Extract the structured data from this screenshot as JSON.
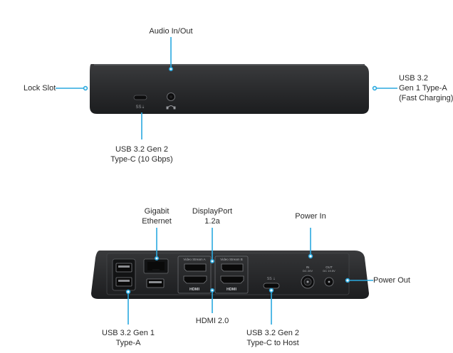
{
  "colors": {
    "callout": "#2aa9df",
    "device_body": "#2b2c2e",
    "label_text": "#2a2a2a"
  },
  "front_view": {
    "labels": {
      "audio": "Audio In/Out",
      "lock_slot": "Lock Slot",
      "usb_a_fast_line1": "USB 3.2",
      "usb_a_fast_line2": "Gen 1 Type-A",
      "usb_a_fast_line3": "(Fast Charging)",
      "usb_c_line1": "USB 3.2 Gen 2",
      "usb_c_line2": "Type-C (10 Gbps)"
    },
    "port_markings": {
      "usb_c_logo": "SS⇣"
    }
  },
  "rear_view": {
    "labels": {
      "ethernet_line1": "Gigabit",
      "ethernet_line2": "Ethernet",
      "displayport_line1": "DisplayPort",
      "displayport_line2": "1.2a",
      "power_in": "Power In",
      "power_out": "Power Out",
      "hdmi": "HDMI 2.0",
      "usb_a_line1": "USB 3.2 Gen 1",
      "usb_a_line2": "Type-A",
      "usb_c_host_line1": "USB 3.2 Gen 2",
      "usb_c_host_line2": "Type-C to Host"
    },
    "port_markings": {
      "video_stream_a": "Video Stream A",
      "video_stream_b": "Video Stream B",
      "hdmi_logo": "HDMI",
      "dc_in": "IN",
      "dc_in_rating": "DC 20V",
      "dc_out": "OUT",
      "dc_out_rating": "DC 19.5V"
    }
  }
}
